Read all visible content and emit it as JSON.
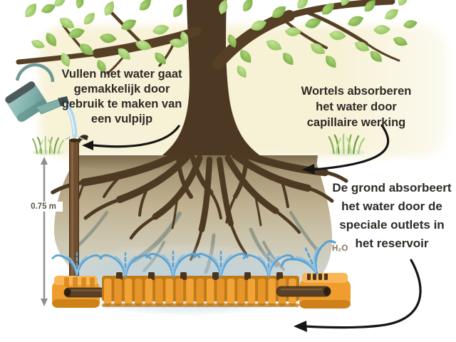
{
  "diagram": {
    "title_hint": "tree-reservoir-irrigation-diagram",
    "annotations": {
      "fill": {
        "lines": [
          "Vullen met water gaat",
          "gemakkelijk door",
          "gebruik te maken van",
          "een vulpijp"
        ]
      },
      "roots": {
        "lines": [
          "Wortels absorberen",
          "het water door",
          "capillaire werking"
        ]
      },
      "ground": {
        "lines": [
          "De grond absorbeert",
          "het water door de",
          "speciale outlets in",
          "het reservoir"
        ]
      }
    },
    "labels": {
      "depth": "0.75 m",
      "water": "H₂O"
    },
    "colors": {
      "background_cream": "#f8f2d8",
      "soil_dark_tan": "#847454",
      "soil_light_tan": "#c0b291",
      "trunk_brown": "#4c3823",
      "root_brown": "#4e3a23",
      "leaf_green": "#8cc04a",
      "reservoir_orange": "#f0a134",
      "reservoir_shadow": "#c07a16",
      "pipe_brown": "#6f4e30",
      "water_blue": "#5ba3d4",
      "stream_blue": "#b3d8ea",
      "watering_can_teal": "#7fb0a9",
      "text_dark": "#2e2a26",
      "arrow_black": "#151515",
      "measure_gray": "#8e8e8e"
    }
  }
}
